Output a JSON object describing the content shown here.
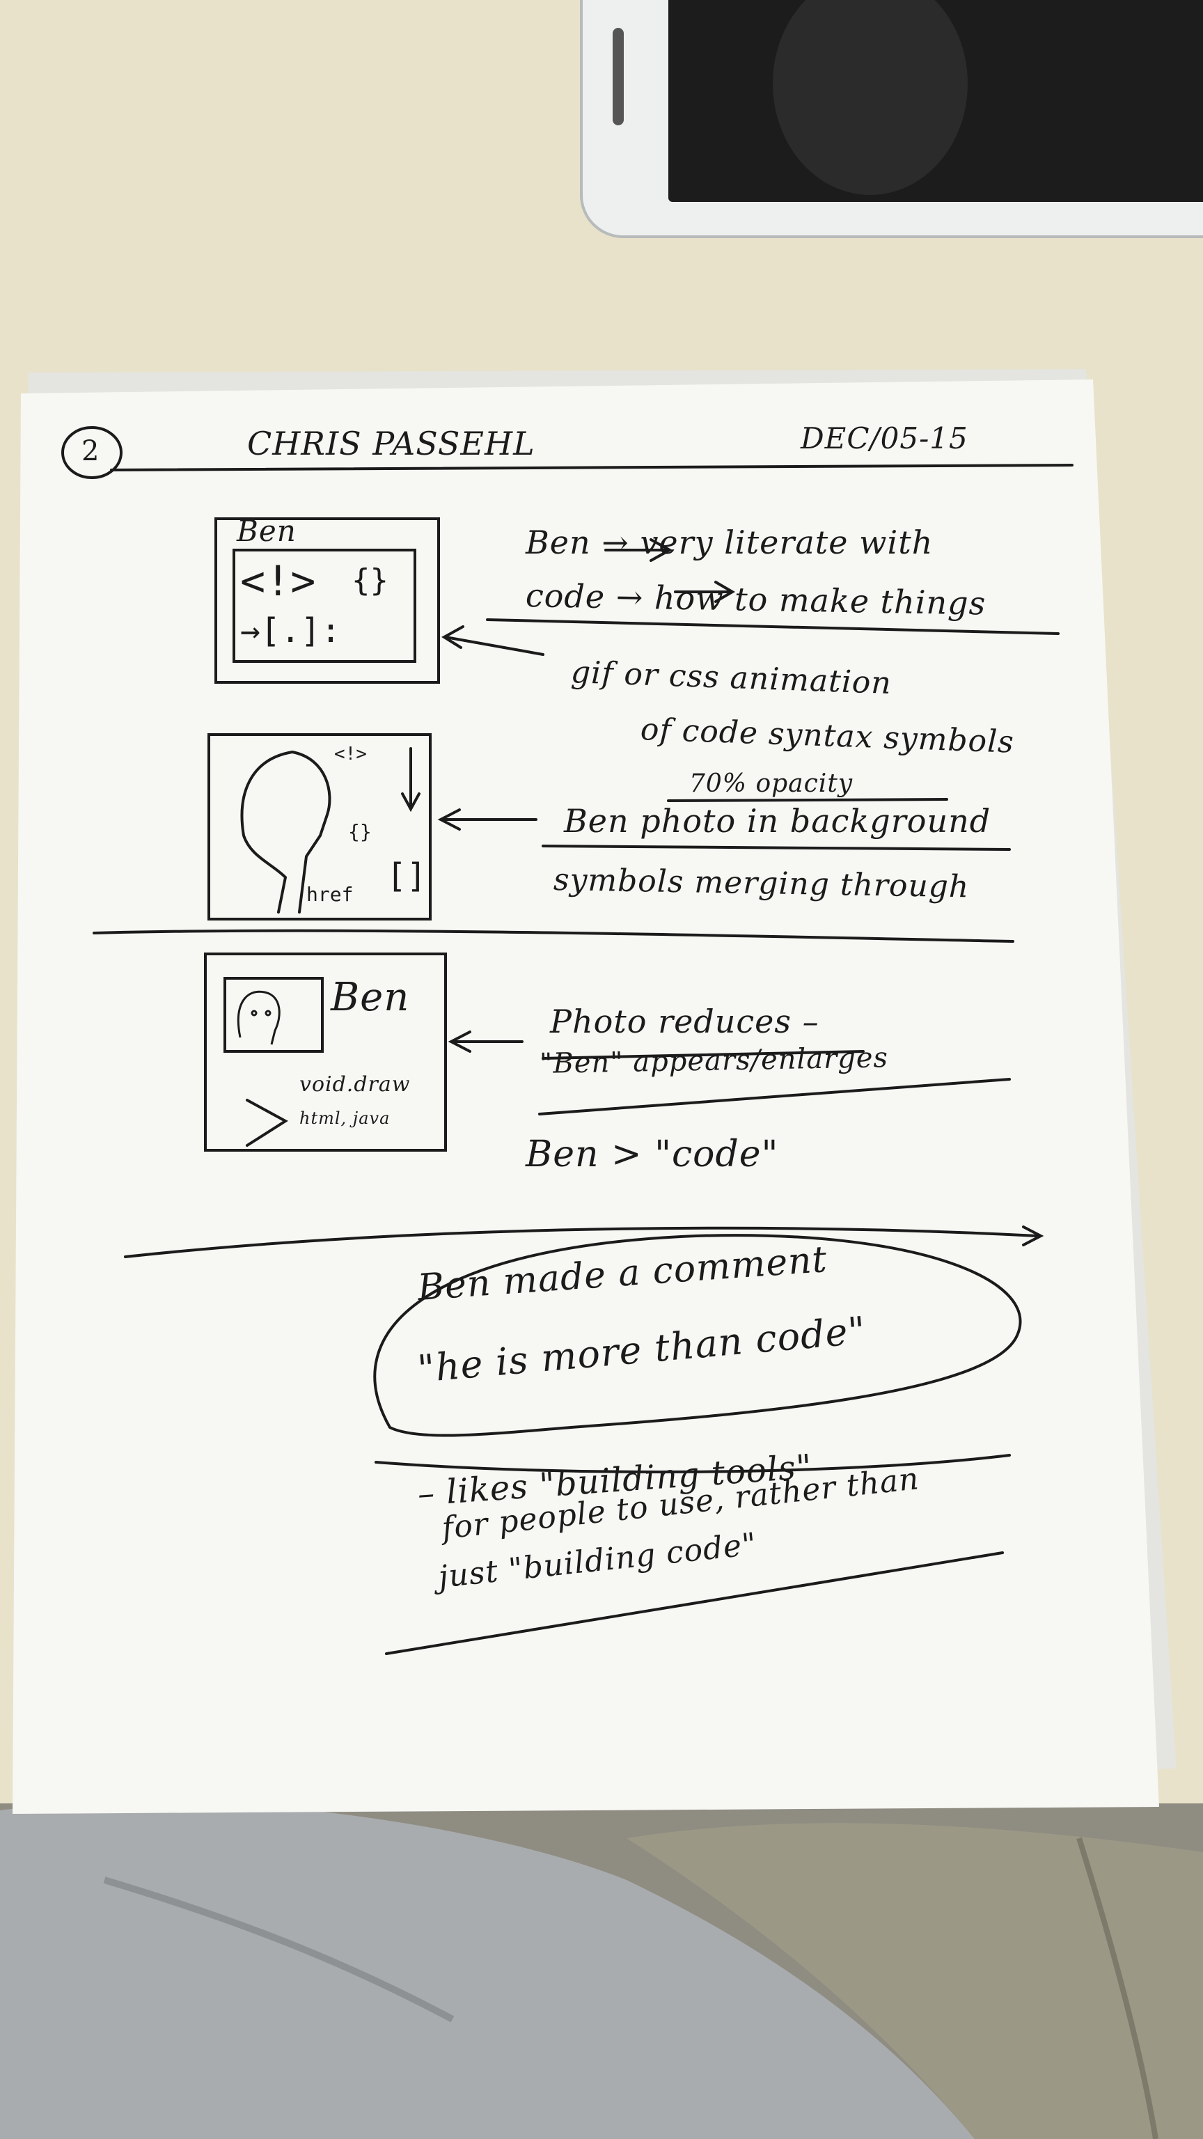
{
  "header": {
    "page_number": "2",
    "name": "CHRIS PASSEHL",
    "date": "DEC/05-15"
  },
  "panel1": {
    "label": "Ben",
    "symbols": [
      "<!>",
      "{}",
      "→[.]:"
    ]
  },
  "panel2": {
    "symbols": [
      "<!>",
      "{}",
      "href",
      "[]"
    ]
  },
  "panel3": {
    "label": "Ben",
    "code_lines": [
      "void.draw",
      "html, java"
    ]
  },
  "notes": {
    "line1a": "Ben → very literate with",
    "line1b": "code → how to make things",
    "line2a": "gif or css animation",
    "line2b": "of code syntax symbols",
    "line3a": "70% opacity",
    "line3b": "Ben photo in background",
    "line3c": "symbols merging through",
    "line4a": "Photo reduces –",
    "line4b": "\"Ben\" appears/enlarges",
    "line4c": "Ben > \"code\""
  },
  "comment": {
    "line1": "Ben made a comment",
    "line2": "\"he is more than code\"",
    "line3": "– likes \"building tools\"",
    "line4": "for people to use, rather than",
    "line5": "just \"building code\""
  },
  "colors": {
    "table": "#e7e2c9",
    "paper": "#f7f7f4",
    "ink": "#1b1b1b",
    "phone_body": "#eef0ef",
    "phone_screen": "#1c1c1c",
    "fabric": "#a9acae"
  }
}
